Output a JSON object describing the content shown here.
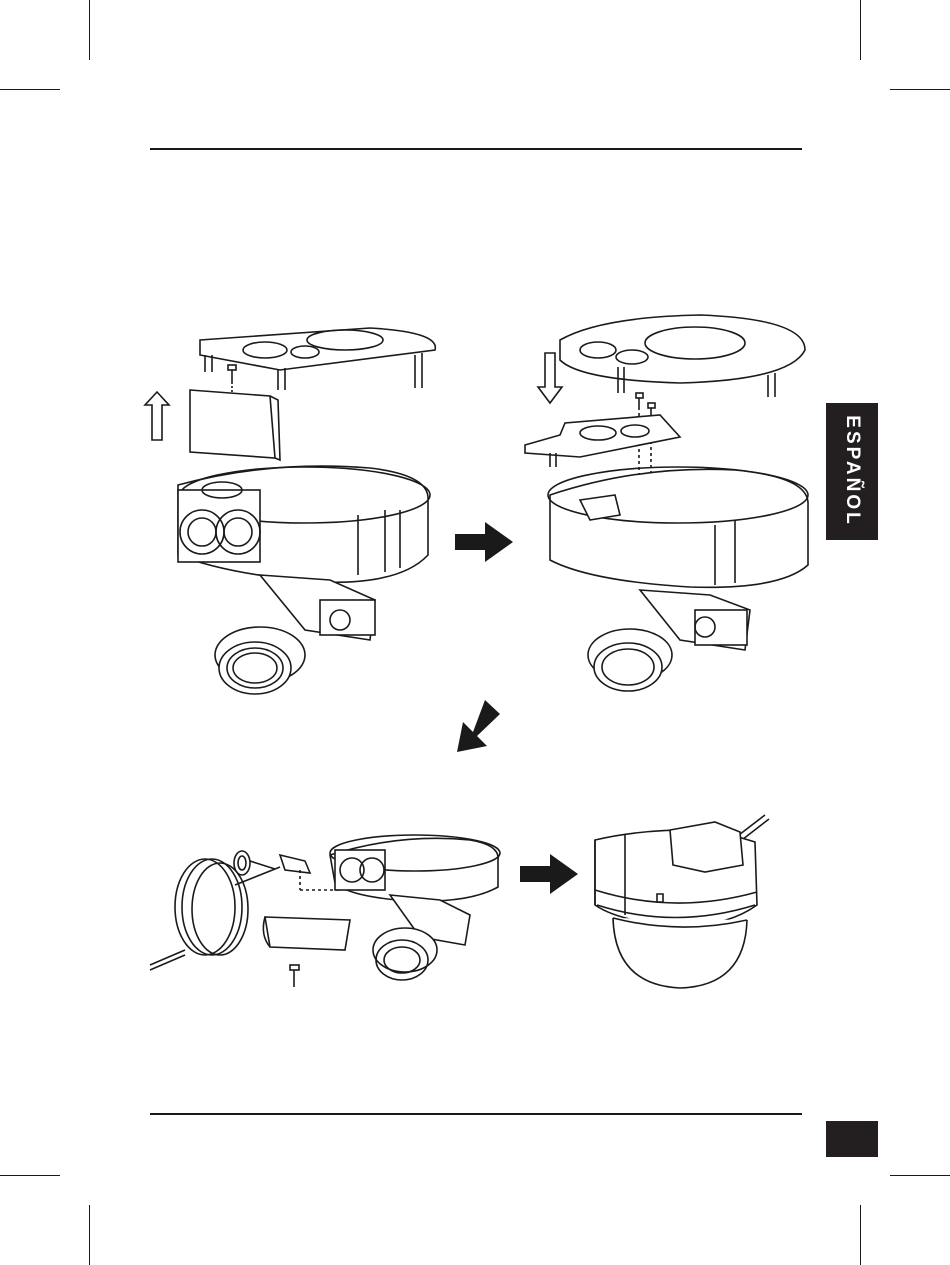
{
  "page": {
    "language_tab": "ESPAÑOL",
    "page_number": ""
  },
  "illustrations": [
    {
      "name": "step-remove-cover"
    },
    {
      "name": "step-attach-plate"
    },
    {
      "name": "step-connect-cable"
    },
    {
      "name": "step-assembled-dome"
    }
  ],
  "colors": {
    "ink": "#1a1a1a",
    "tab": "#231f20"
  }
}
